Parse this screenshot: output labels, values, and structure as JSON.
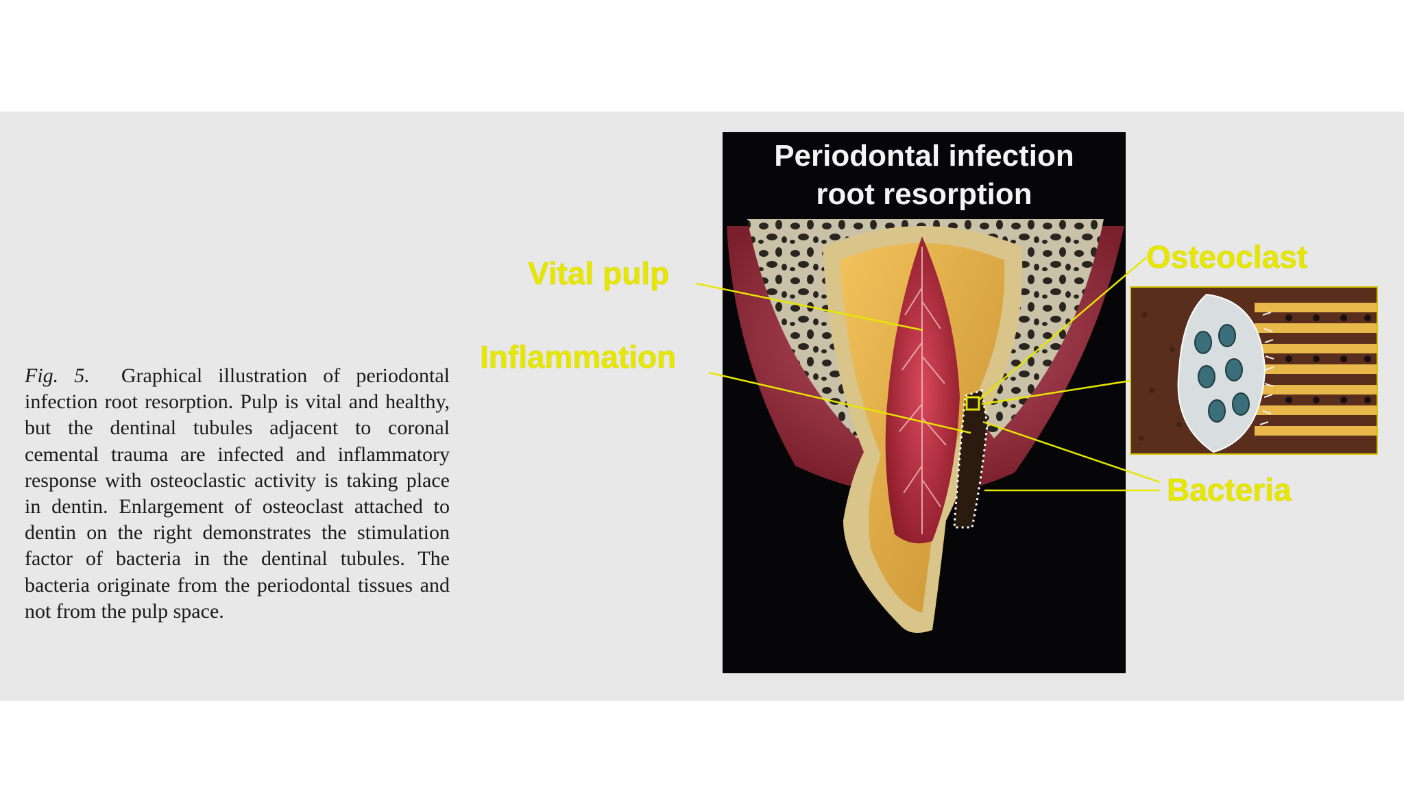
{
  "caption": {
    "fig_label": "Fig. 5.",
    "text": "Graphical illustration of periodontal infection root resorption. Pulp is vital and healthy, but the dentinal tubules adjacent to coronal cemental trauma are infected and inflammatory response with osteoclastic activity is taking place in dentin. Enlargement of osteoclast attached to dentin on the right demonstrates the stimulation factor of bacteria in the dentinal tubules. The bacteria originate from the periodontal tissues and not from the pulp space."
  },
  "diagram": {
    "title_line1": "Periodontal infection",
    "title_line2": "root resorption",
    "labels": {
      "vital_pulp": "Vital pulp",
      "inflammation": "Inflammation",
      "osteoclast": "Osteoclast",
      "bacteria": "Bacteria"
    }
  },
  "colors": {
    "label_yellow": "#e6e600",
    "panel_background": "#060608",
    "page_band": "#e8e8e8"
  }
}
